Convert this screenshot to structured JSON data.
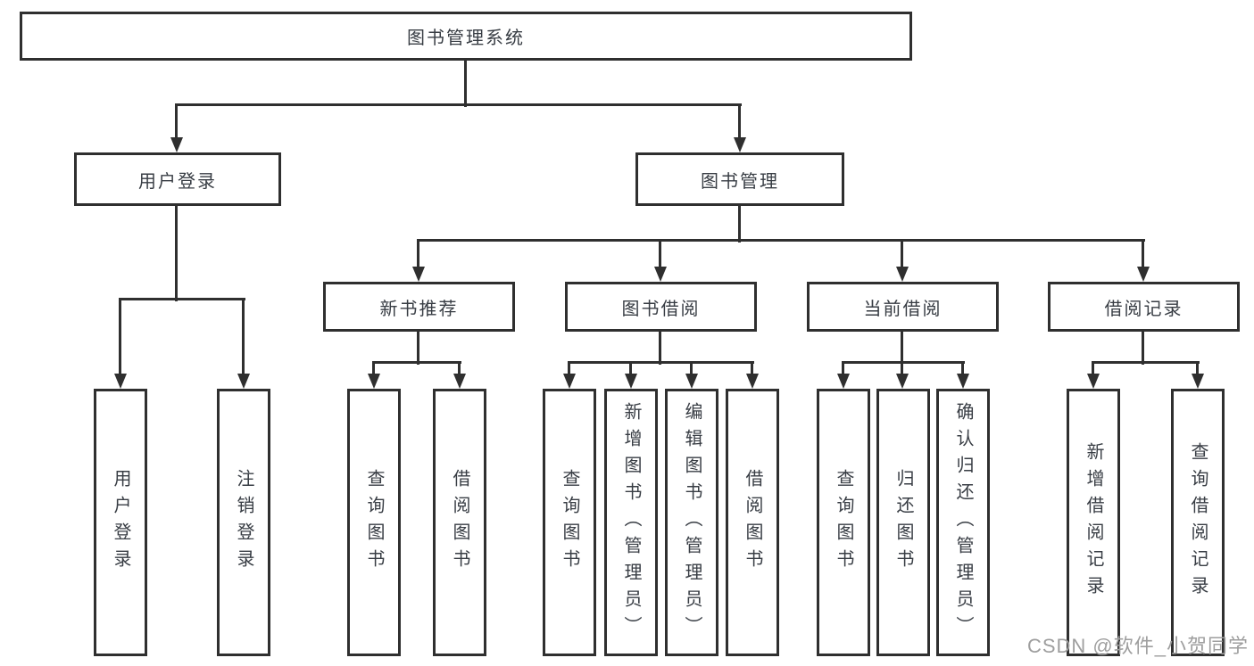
{
  "diagram": {
    "root": "图书管理系统",
    "level2": {
      "user_login": "用户登录",
      "book_management": "图书管理"
    },
    "level3": {
      "new_book_recommend": "新书推荐",
      "book_borrow": "图书借阅",
      "current_borrow": "当前借阅",
      "borrow_record": "借阅记录"
    },
    "leaves": {
      "user_login": [
        "用户登录",
        "注销登录"
      ],
      "new_book_recommend": [
        "查询图书",
        "借阅图书"
      ],
      "book_borrow": [
        "查询图书",
        "新增图书（管理员）",
        "编辑图书（管理员）",
        "借阅图书"
      ],
      "current_borrow": [
        "查询图书",
        "归还图书",
        "确认归还（管理员）"
      ],
      "borrow_record": [
        "新增借阅记录",
        "查询借阅记录"
      ]
    }
  },
  "watermark": {
    "text": "CSDN @软件_小贺同学"
  },
  "colors": {
    "line": "#2f2f2f",
    "text": "#383d44",
    "box_background": "#ffffff",
    "page_background": "#ffffff",
    "watermark": "#9e9e9e"
  }
}
